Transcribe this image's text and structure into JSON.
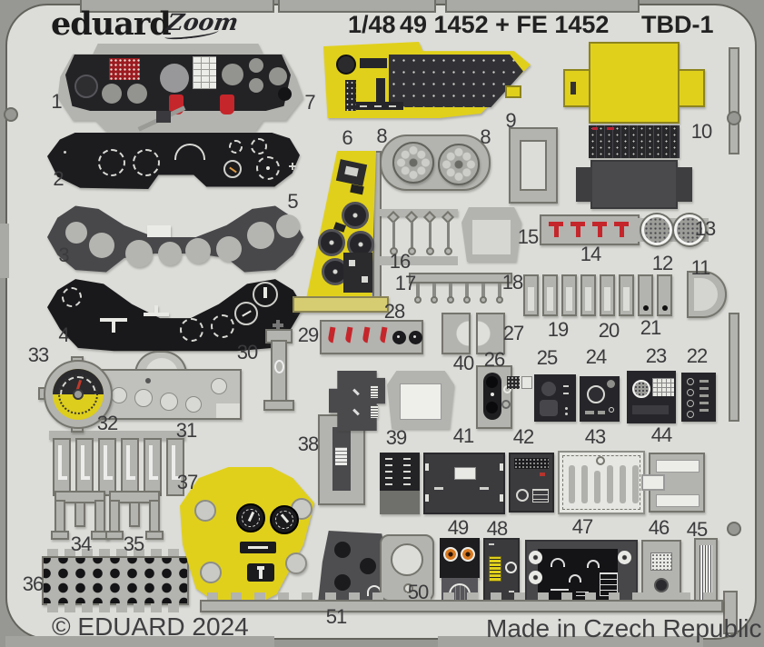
{
  "header": {
    "brand": "eduard",
    "brand_script": "Zoom",
    "scale": "1/48",
    "catalog": "49 1452 + FE 1452",
    "subject": "TBD-1"
  },
  "footer": {
    "copyright": "© EDUARD 2024",
    "made_in": "Made in Czech Republic"
  },
  "sheet": {
    "description": "pre-painted photo-etch fret",
    "part_count": 51
  },
  "colors": {
    "sheet": "#dcdcd8",
    "background": "#979793",
    "metal": "#b3b3af",
    "outline": "#75756e",
    "prepaint_yellow": "#e0d01c",
    "panel_black": "#232326",
    "panel_dark_grey": "#47474a",
    "detail_red": "#c5262b",
    "label_text": "#3b3b3d"
  },
  "part_labels": [
    "1",
    "2",
    "3",
    "4",
    "5",
    "6",
    "7",
    "8",
    "8",
    "9",
    "10",
    "11",
    "12",
    "13",
    "14",
    "15",
    "16",
    "17",
    "18",
    "19",
    "20",
    "21",
    "22",
    "23",
    "24",
    "25",
    "26",
    "27",
    "28",
    "29",
    "30",
    "31",
    "32",
    "33",
    "34",
    "35",
    "36",
    "37",
    "38",
    "39",
    "40",
    "41",
    "42",
    "43",
    "44",
    "45",
    "46",
    "47",
    "48",
    "49",
    "50",
    "51"
  ]
}
